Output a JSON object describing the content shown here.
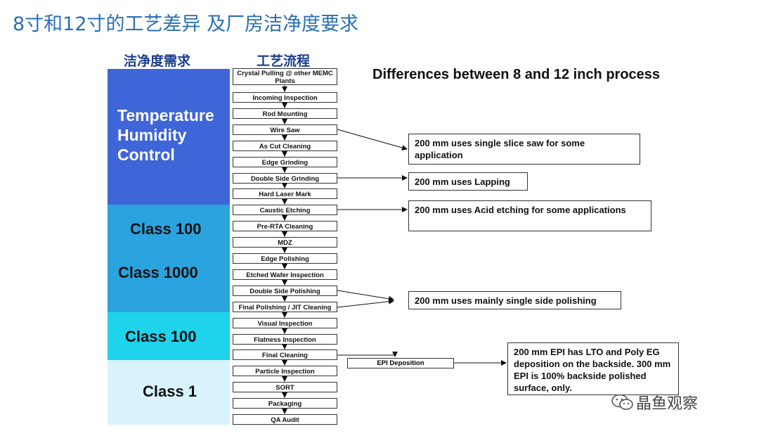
{
  "title": "8寸和12寸的工艺差异 及厂房洁净度要求",
  "left_header": "洁净度需求",
  "center_header": "工艺流程",
  "diff_title": "Differences between 8 and 12 inch process",
  "zones": [
    {
      "lines": [
        "Temperature",
        "Humidity",
        "Control"
      ],
      "color": "#3f66d8"
    },
    {
      "lines": [
        "Class 100"
      ],
      "color": "#2aa3df"
    },
    {
      "lines": [
        "Class 1000"
      ],
      "color": "#2aa3df"
    },
    {
      "lines": [
        "Class 100"
      ],
      "color": "#1ed3ea"
    },
    {
      "lines": [
        "Class 1"
      ],
      "color": "#d8f3fb"
    }
  ],
  "steps": [
    "Crystal Pulling @ other MEMC Plants",
    "Incoming Inspection",
    "Rod Mounting",
    "Wire Saw",
    "As Cut Cleaning",
    "Edge Grinding",
    "Double Side Grinding",
    "Hard Laser Mark",
    "Caustic Etching",
    "Pre-RTA Cleaning",
    "MDZ",
    "Edge Polishing",
    "Etched Wafer Inspection",
    "Double Side Polishing",
    "Final Polishing / JIT Cleaning",
    "Visual Inspection",
    "Flatness Inspection",
    "Final Cleaning",
    "Particle Inspection",
    "SORT",
    "Packaging",
    "QA Audit"
  ],
  "epi_step": "EPI Deposition",
  "notes": [
    "200 mm uses single slice saw  for some application",
    "200 mm uses Lapping",
    "200 mm uses Acid etching for some applications",
    "200 mm uses mainly single side polishing",
    "200 mm EPI has  LTO and Poly EG deposition on the backside. 300 mm EPI is 100% backside polished surface, only."
  ],
  "watermark": "晶鱼观察"
}
